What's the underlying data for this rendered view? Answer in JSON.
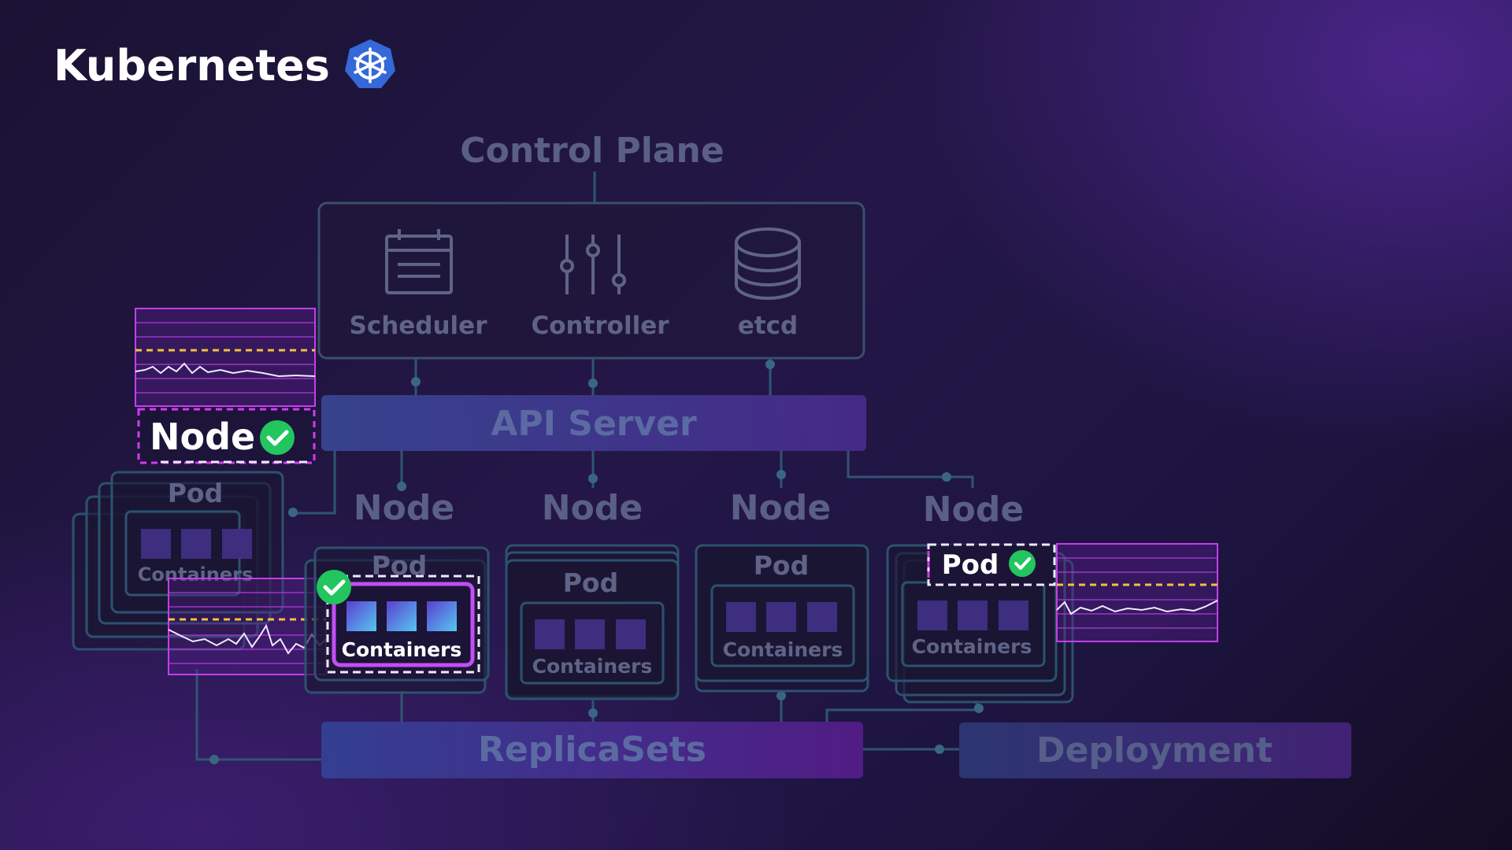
{
  "brand": {
    "title": "Kubernetes",
    "icon": "kubernetes-helm-icon"
  },
  "control_plane": {
    "title": "Control Plane",
    "components": [
      {
        "label": "Scheduler",
        "icon": "calendar-icon"
      },
      {
        "label": "Controller",
        "icon": "sliders-icon"
      },
      {
        "label": "etcd",
        "icon": "database-icon"
      }
    ]
  },
  "api_server": "API Server",
  "nodes": [
    "Node",
    "Node",
    "Node",
    "Node"
  ],
  "pod_label": "Pod",
  "containers_label": "Containers",
  "highlight": {
    "node_label": "Node",
    "pod_label": "Pod",
    "containers_label": "Containers"
  },
  "bottom": {
    "replicasets": "ReplicaSets",
    "deployment": "Deployment"
  },
  "colors": {
    "accent_magenta": "#d23bf0",
    "accent_yellow": "#f2c23a",
    "check_green": "#22c55e",
    "k8s_blue": "#3568d8"
  }
}
